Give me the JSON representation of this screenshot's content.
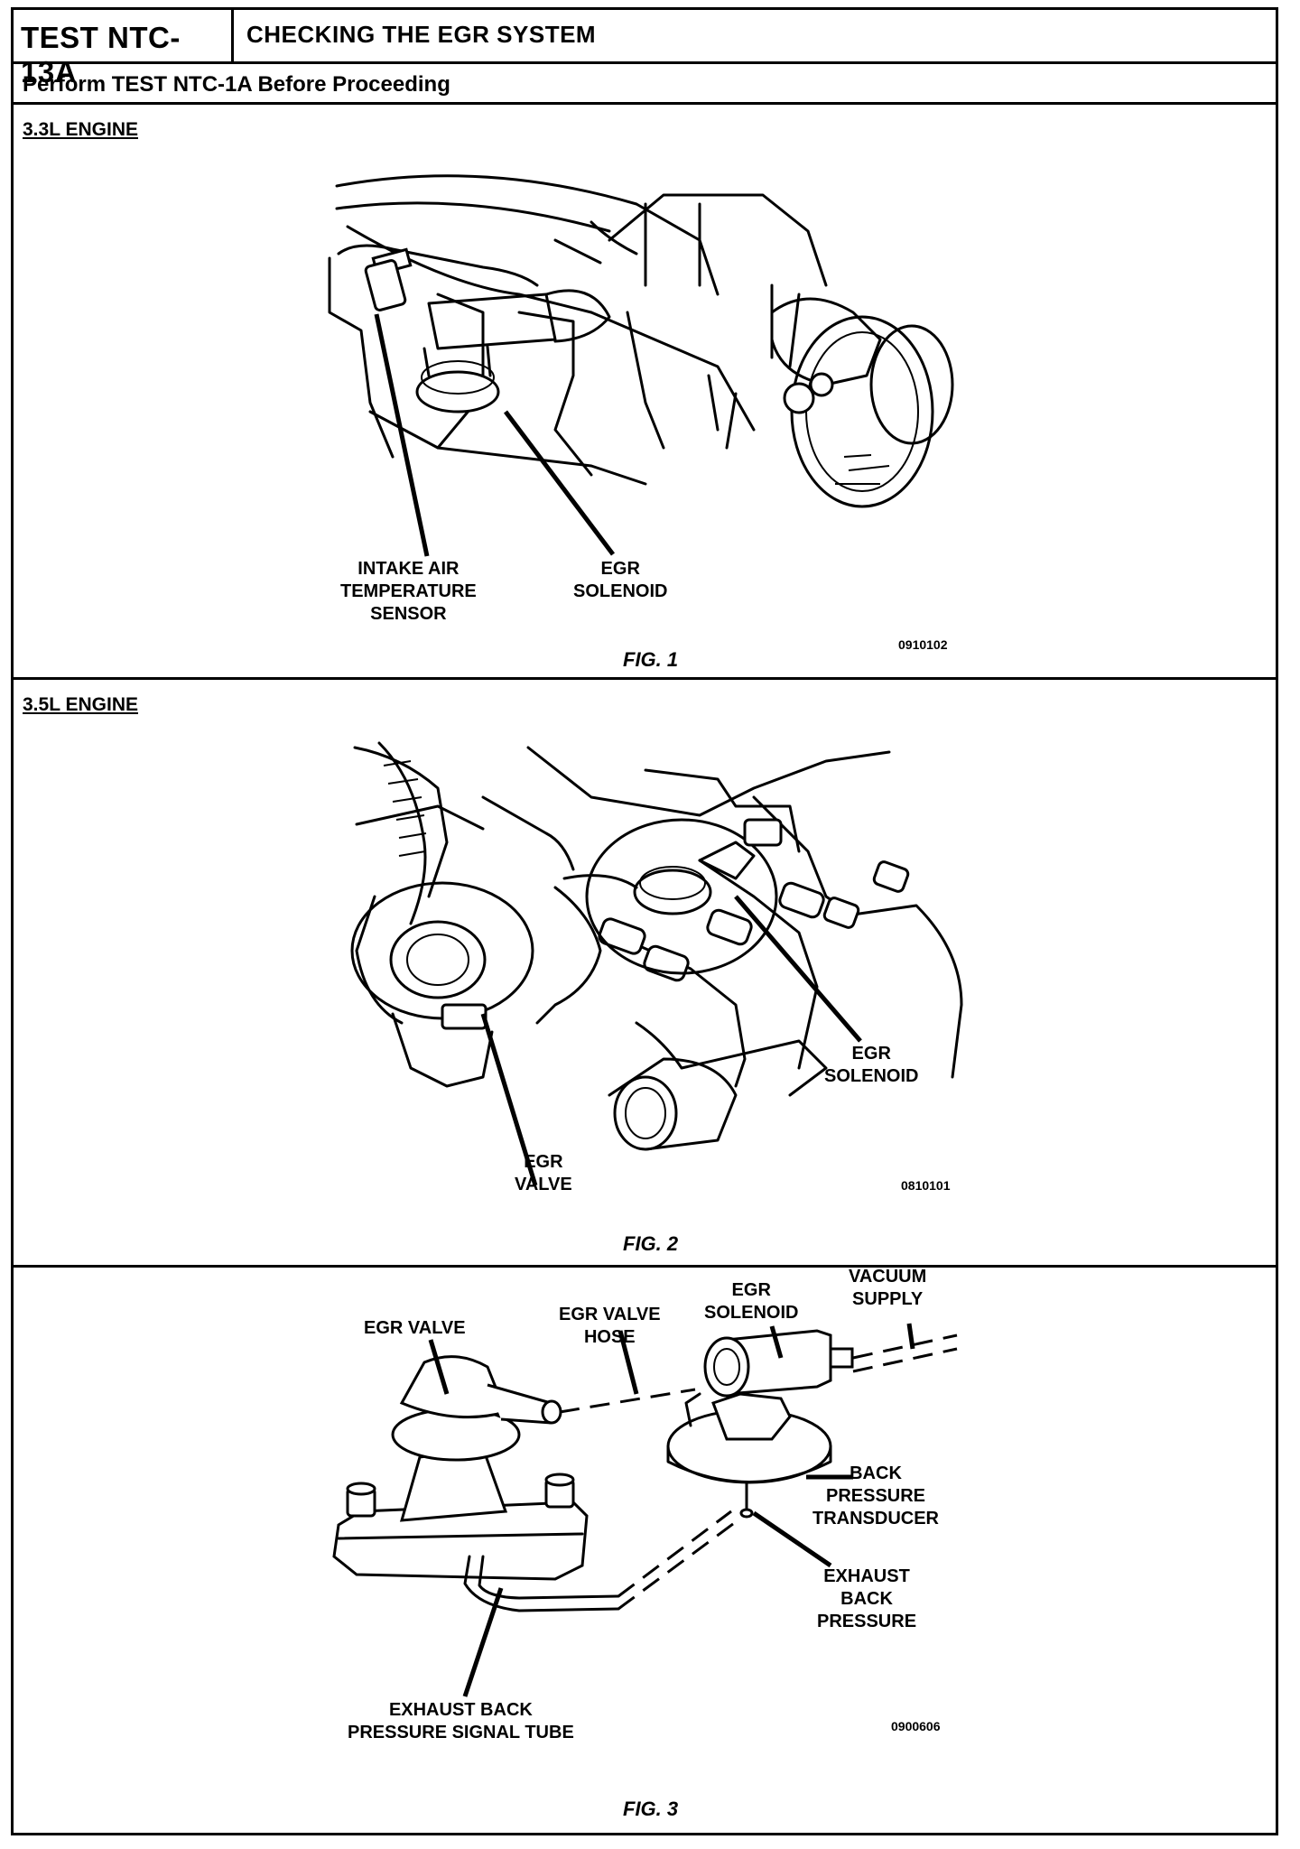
{
  "header": {
    "test_id": "TEST NTC-13A",
    "title": "CHECKING THE EGR SYSTEM",
    "prerequisite": "Perform TEST NTC-1A Before Proceeding"
  },
  "panels": [
    {
      "engine": "3.3L ENGINE",
      "labels": {
        "iat_sensor": "INTAKE AIR\nTEMPERATURE\nSENSOR",
        "egr_solenoid": "EGR\nSOLENOID"
      },
      "code": "0910102",
      "figure": "FIG. 1"
    },
    {
      "engine": "3.5L ENGINE",
      "labels": {
        "egr_solenoid": "EGR\nSOLENOID",
        "egr_valve": "EGR\nVALVE"
      },
      "code": "0810101",
      "figure": "FIG. 2"
    },
    {
      "labels": {
        "egr_valve": "EGR VALVE",
        "egr_valve_hose": "EGR VALVE\nHOSE",
        "egr_solenoid": "EGR\nSOLENOID",
        "vacuum_supply": "VACUUM\nSUPPLY",
        "back_pressure_transducer": "BACK\nPRESSURE\nTRANSDUCER",
        "exhaust_back_pressure": "EXHAUST\nBACK\nPRESSURE",
        "signal_tube": "EXHAUST BACK\nPRESSURE SIGNAL TUBE"
      },
      "code": "0900606",
      "figure": "FIG. 3"
    }
  ]
}
